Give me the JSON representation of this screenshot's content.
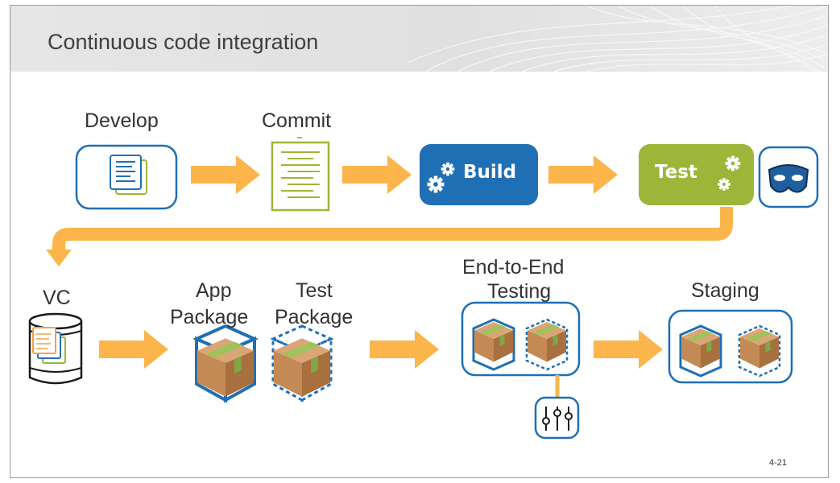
{
  "title": "Continuous code integration",
  "stages": {
    "develop": "Develop",
    "commit": "Commit",
    "build": "Build",
    "test": "Test",
    "vc": "VC",
    "app_package_1": "App",
    "app_package_2": "Package",
    "test_package_1": "Test",
    "test_package_2": "Package",
    "e2e_1": "End-to-End",
    "e2e_2": "Testing",
    "staging": "Staging"
  },
  "icons": [
    "document-icon",
    "commit-document-icon",
    "gear-icon",
    "mask-icon",
    "database-icon",
    "package-icon",
    "dashed-package-icon",
    "settings-sliders-icon",
    "arrow-icon"
  ],
  "colors": {
    "blue": "#1f6fb5",
    "arrow": "#fbb54a",
    "green": "#9db63a",
    "box": "#c48a55"
  },
  "page_number": "4-21"
}
